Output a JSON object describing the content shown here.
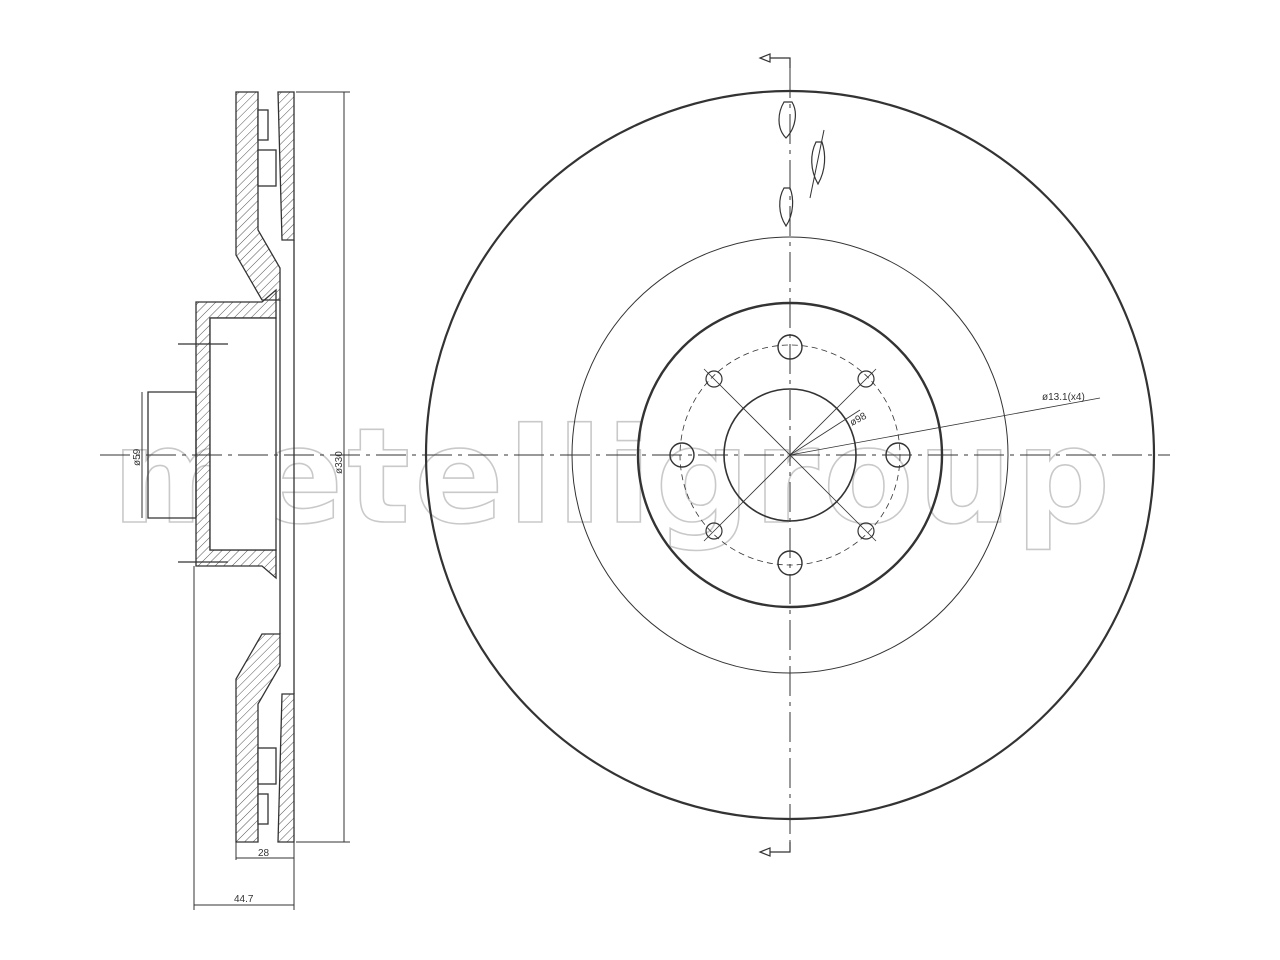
{
  "diagram": {
    "watermark": "metelligroup",
    "side_view": {
      "bore_label": "ø59",
      "outer_diameter_label": "ø330",
      "disc_thickness_label": "28",
      "overall_height_label": "44.7"
    },
    "front_view": {
      "pcd_label": "ø98",
      "hole_label": "ø13.1(x4)"
    },
    "colors": {
      "line": "#333333",
      "hatch": "#555555",
      "watermark": "#c9c9c9",
      "background": "#ffffff"
    }
  }
}
